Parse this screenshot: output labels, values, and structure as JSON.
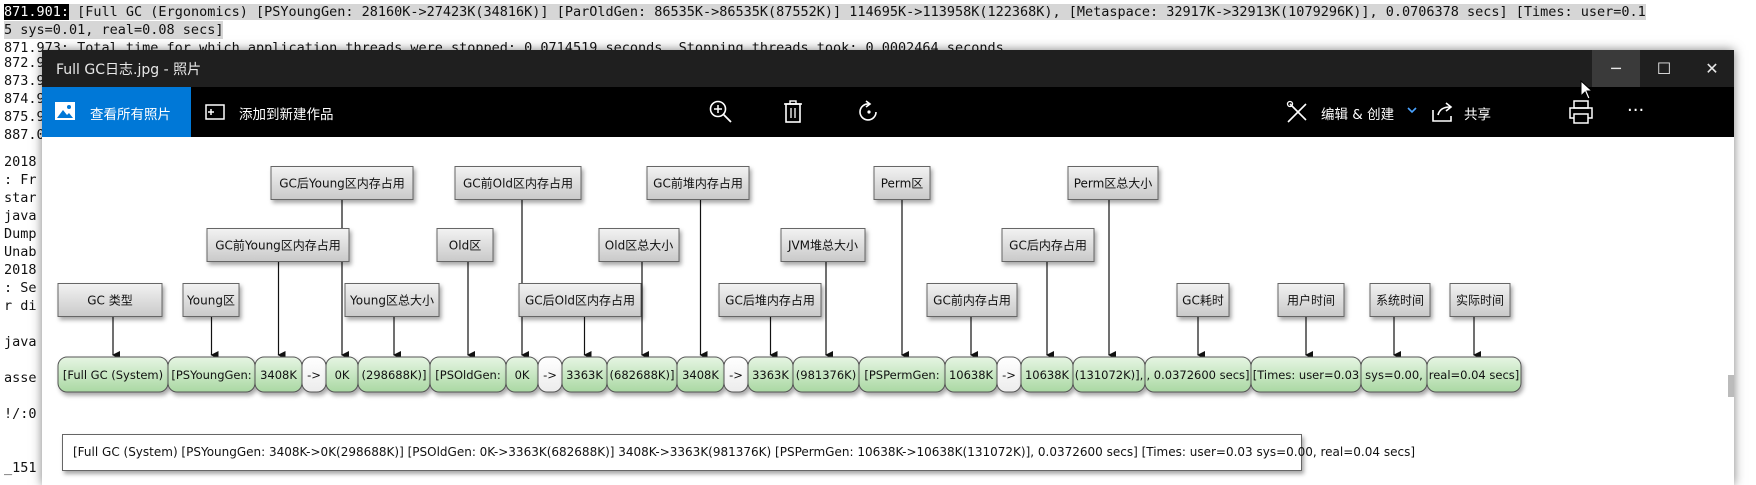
{
  "terminal": {
    "line1_prefix": "871.901:",
    "line1_rest": " [Full GC (Ergonomics) [PSYoungGen: 28160K->27423K(34816K)] [ParOldGen: 86535K->86535K(87552K)] 114695K->113958K(122368K), [Metaspace: 32917K->32913K(1079296K)], 0.0706378 secs] [Times: user=0.1",
    "line2": "5 sys=0.01, real=0.08 secs]",
    "line3": "871.973: Total time for which application threads were stopped: 0.0714519 seconds, Stopping threads took: 0.0002464 seconds",
    "left_lines": [
      "872.9",
      "873.9",
      "874.9",
      "875.9",
      "887.0"
    ],
    "lower_left_lines": [
      "2018",
      ": Fr",
      "star",
      "java",
      "Dump",
      "Unab",
      "2018",
      ": Se",
      "r di",
      "",
      "java",
      "",
      "asse",
      "",
      "!/:0",
      "",
      "",
      "_151"
    ]
  },
  "window": {
    "title": "Full GC日志.jpg - 照片",
    "controls": {
      "minimize": "─",
      "maximize": "☐",
      "close": "✕"
    }
  },
  "toolbar": {
    "see_all": "查看所有照片",
    "add_to": "添加到新建作品",
    "edit_create": "编辑 & 创建",
    "share": "共享",
    "more": "···"
  },
  "diagram": {
    "row_top": [
      "GC后Young区内存占用",
      "GC前Old区内存占用",
      "GC前堆内存占用",
      "Perm区",
      "Perm区总大小"
    ],
    "row_mid": [
      "GC前Young区内存占用",
      "Old区",
      "Old区总大小",
      "JVM堆总大小",
      "GC后内存占用"
    ],
    "row_low": [
      "GC 类型",
      "Young区",
      "Young区总大小",
      "GC后Old区内存占用",
      "GC后堆内存占用",
      "GC前内存占用",
      "GC耗时",
      "用户时间",
      "系统时间",
      "实际时间"
    ],
    "segments": [
      "[Full GC (System)",
      "[PSYoungGen:",
      "3408K",
      "->",
      "0K",
      "(298688K)]",
      "[PSOldGen:",
      "0K",
      "->",
      "3363K",
      "(682688K)]",
      "3408K",
      "->",
      "3363K",
      "(981376K)",
      "[PSPermGen:",
      "10638K",
      "->",
      "10638K",
      "(131072K)],",
      ", 0.0372600 secs]",
      "[Times: user=0.03",
      "sys=0.00,",
      "real=0.04 secs]"
    ],
    "sample": "[Full GC (System) [PSYoungGen: 3408K->0K(298688K)] [PSOldGen: 0K->3363K(682688K)] 3408K->3363K(981376K) [PSPermGen: 10638K->10638K(131072K)], 0.0372600 secs] [Times: user=0.03 sys=0.00, real=0.04 secs]",
    "colors": {
      "segment_fill": "#c8e8c4",
      "arrow_segment_fill": "#ffffff",
      "label_fill": "#d8d8d8"
    }
  }
}
